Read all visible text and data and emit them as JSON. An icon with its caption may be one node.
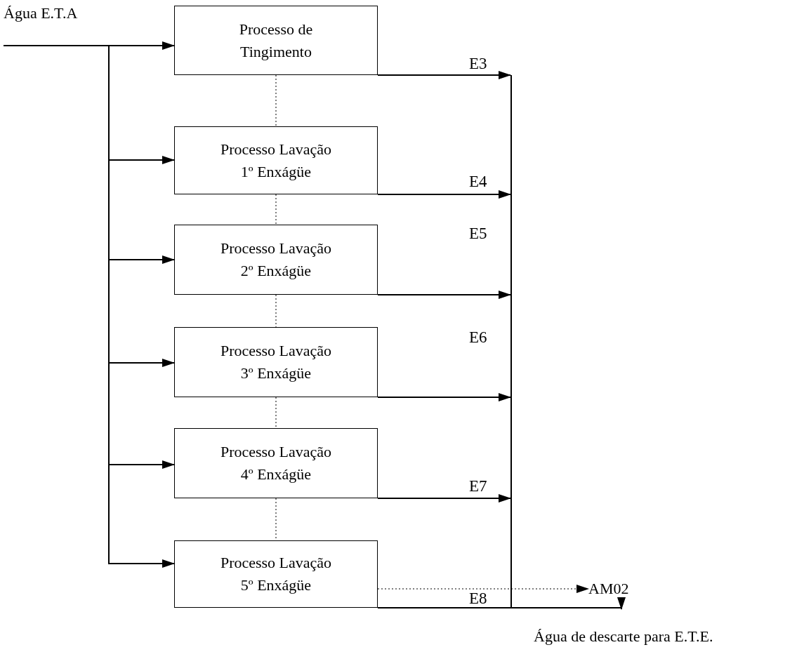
{
  "diagram": {
    "nodes": [
      {
        "text": [
          "Água E.T.A"
        ]
      },
      {
        "text": [
          "Processo de Tingimento"
        ]
      },
      {
        "text": [
          "Processo Lavação 1º Enxágüe"
        ]
      },
      {
        "text": [
          "Processo Lavação 2º Enxágüe"
        ]
      },
      {
        "text": [
          "Processo Lavação 3º Enxágüe"
        ]
      },
      {
        "text": [
          "Processo Lavação 4º Enxágüe"
        ]
      },
      {
        "text": [
          "Processo Lavação 5º Enxágüe"
        ]
      },
      {
        "text": [],
        "shape": "bar"
      },
      {
        "text": [
          "AM02"
        ]
      },
      {
        "text": [
          "Água de descarte para E.T.E."
        ]
      }
    ],
    "edges": [
      {
        "from": 0,
        "to": 1,
        "arrow": "to"
      },
      {
        "from": 0,
        "to": 2,
        "arrow": "to"
      },
      {
        "from": 0,
        "to": 3,
        "arrow": "to"
      },
      {
        "from": 0,
        "to": 4,
        "arrow": "to"
      },
      {
        "from": 0,
        "to": 5,
        "arrow": "to"
      },
      {
        "from": 0,
        "to": 6,
        "arrow": "to"
      },
      {
        "from": 1,
        "to": 2,
        "arrow": "none",
        "style": "dashed"
      },
      {
        "from": 2,
        "to": 3,
        "arrow": "none",
        "style": "dashed"
      },
      {
        "from": 3,
        "to": 4,
        "arrow": "none",
        "style": "dashed"
      },
      {
        "from": 4,
        "to": 5,
        "arrow": "none",
        "style": "dashed"
      },
      {
        "from": 5,
        "to": 6,
        "arrow": "none",
        "style": "dashed"
      },
      {
        "from": 1,
        "to": 7,
        "arrow": "to",
        "label": "E3"
      },
      {
        "from": 2,
        "to": 7,
        "arrow": "to",
        "label": "E4"
      },
      {
        "from": 3,
        "to": 7,
        "arrow": "to",
        "label": "E5"
      },
      {
        "from": 4,
        "to": 7,
        "arrow": "to",
        "label": "E6"
      },
      {
        "from": 5,
        "to": 7,
        "arrow": "to",
        "label": "E7"
      },
      {
        "from": 6,
        "to": 7,
        "arrow": "none",
        "label": "E8"
      },
      {
        "from": 6,
        "to": 8,
        "arrow": "to",
        "style": "dashed"
      },
      {
        "from": 7,
        "to": 9,
        "arrow": "to"
      }
    ]
  }
}
